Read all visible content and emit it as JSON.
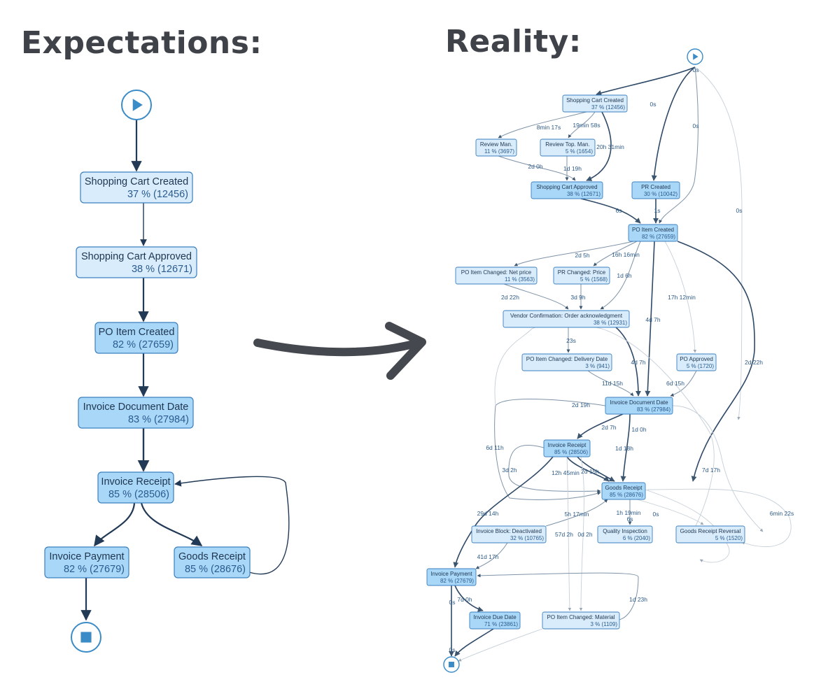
{
  "titles": {
    "left": "Expectations:",
    "right": "Reality:"
  },
  "colors": {
    "node_fill_light": "#d9ecfb",
    "node_fill_dark": "#a9d7f8",
    "node_stroke": "#3a7fbf",
    "node_text": "#2a5c8e",
    "edge_dark": "#223a55",
    "edge_light": "#b9c4cf",
    "start_end": "#3b8cc6",
    "arrow": "#45494f"
  },
  "expectations": {
    "start_icon": "play-icon",
    "end_icon": "stop-icon",
    "nodes": [
      {
        "id": "scc",
        "label": "Shopping Cart Created",
        "stat": "37 % (12456)"
      },
      {
        "id": "sca",
        "label": "Shopping Cart Approved",
        "stat": "38 % (12671)"
      },
      {
        "id": "pic",
        "label": "PO Item Created",
        "stat": "82 % (27659)"
      },
      {
        "id": "idd",
        "label": "Invoice Document Date",
        "stat": "83 % (27984)"
      },
      {
        "id": "ir",
        "label": "Invoice Receipt",
        "stat": "85 % (28506)"
      },
      {
        "id": "ip",
        "label": "Invoice Payment",
        "stat": "82 % (27679)"
      },
      {
        "id": "gr",
        "label": "Goods Receipt",
        "stat": "85 % (28676)"
      }
    ]
  },
  "reality": {
    "start_icon": "play-icon",
    "end_icon": "stop-icon",
    "nodes": [
      {
        "id": "scc",
        "label": "Shopping Cart Created",
        "stat": "37 % (12456)"
      },
      {
        "id": "rm",
        "label": "Review Man.",
        "stat": "11 % (3697)"
      },
      {
        "id": "rtm",
        "label": "Review Top. Man.",
        "stat": "5 % (1654)"
      },
      {
        "id": "sca",
        "label": "Shopping Cart Approved",
        "stat": "38 % (12671)"
      },
      {
        "id": "prc",
        "label": "PR Created",
        "stat": "30 % (10042)"
      },
      {
        "id": "pic",
        "label": "PO Item Created",
        "stat": "82 % (27659)"
      },
      {
        "id": "picnp",
        "label": "PO Item Changed: Net price",
        "stat": "11 % (3563)"
      },
      {
        "id": "prcp",
        "label": "PR Changed: Price",
        "stat": "5 % (1568)"
      },
      {
        "id": "vc",
        "label": "Vendor Confirmation: Order acknowledgment",
        "stat": "38 % (12931)"
      },
      {
        "id": "picdd",
        "label": "PO Item Changed: Delivery Date",
        "stat": "3 % (941)"
      },
      {
        "id": "poa",
        "label": "PO Approved",
        "stat": "5 % (1720)"
      },
      {
        "id": "idd",
        "label": "Invoice Document Date",
        "stat": "83 % (27984)"
      },
      {
        "id": "ir",
        "label": "Invoice Receipt",
        "stat": "85 % (28506)"
      },
      {
        "id": "gr",
        "label": "Goods Receipt",
        "stat": "85 % (28676)"
      },
      {
        "id": "ibd",
        "label": "Invoice Block: Deactivated",
        "stat": "32 % (10765)"
      },
      {
        "id": "qi",
        "label": "Quality Inspection",
        "stat": "6 % (2040)"
      },
      {
        "id": "grr",
        "label": "Goods Receipt Reversal",
        "stat": "5 % (1520)"
      },
      {
        "id": "ip",
        "label": "Invoice Payment",
        "stat": "82 % (27679)"
      },
      {
        "id": "idue",
        "label": "Invoice Due Date",
        "stat": "71 % (23861)"
      },
      {
        "id": "picm",
        "label": "PO Item Changed: Material",
        "stat": "3 % (1109)"
      }
    ],
    "edge_labels": [
      "0s",
      "0s",
      "0s",
      "0s",
      "8min 17s",
      "19min 58s",
      "20h 31min",
      "2d 0h",
      "1d 19h",
      "6s",
      "1s",
      "2d 5h",
      "16h 16min",
      "1d 6h",
      "2d 22h",
      "3d 9h",
      "17h 12min",
      "4d 7h",
      "23s",
      "4d 7h",
      "2d 22h",
      "11d 15h",
      "6d 15h",
      "2d 19h",
      "2d 7h",
      "1d 0h",
      "6d 11h",
      "1d 18h",
      "3d 2h",
      "12h 45min",
      "2d 15h",
      "7d 17h",
      "29d 14h",
      "5h 17min",
      "1h 19min",
      "0s",
      "6s",
      "6min 22s",
      "57d 2h",
      "0d 2h",
      "41d 17h",
      "0s",
      "7d 0h",
      "1d 23h",
      "0s"
    ]
  }
}
